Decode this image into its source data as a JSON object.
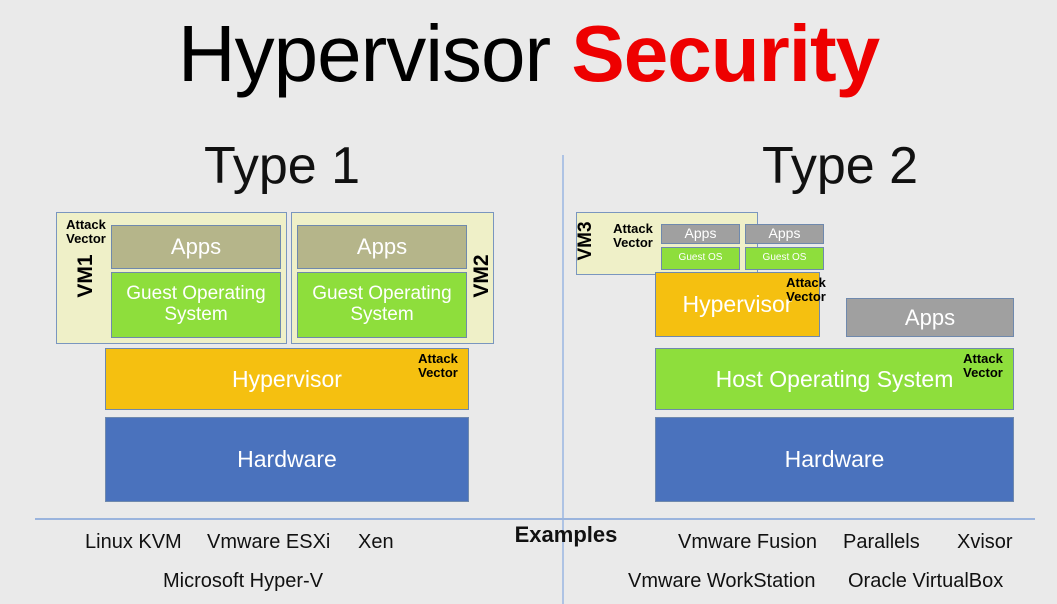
{
  "title": {
    "part1": "Hypervisor",
    "part2": "Security"
  },
  "sections": {
    "type1": {
      "heading": "Type 1",
      "vm_left": {
        "tag": "VM1",
        "attack_vector": "Attack\nVector",
        "apps": "Apps",
        "guest_os": "Guest Operating System"
      },
      "vm_right": {
        "tag": "VM2",
        "apps": "Apps",
        "guest_os": "Guest Operating System"
      },
      "hypervisor": {
        "label": "Hypervisor",
        "attack_vector": "Attack\nVector"
      },
      "hardware": "Hardware",
      "examples": [
        "Linux KVM",
        "Vmware ESXi",
        "Xen",
        "Microsoft Hyper-V"
      ]
    },
    "type2": {
      "heading": "Type 2",
      "vm": {
        "tag": "VM3",
        "attack_vector": "Attack\nVector",
        "apps_1": "Apps",
        "guest_os_1": "Guest OS",
        "apps_2": "Apps",
        "guest_os_2": "Guest OS"
      },
      "hypervisor": {
        "label": "Hypervisor",
        "attack_vector": "Attack\nVector"
      },
      "apps_side": "Apps",
      "host_os": {
        "label": "Host Operating System",
        "attack_vector": "Attack\nVector"
      },
      "hardware": "Hardware",
      "examples": [
        "Vmware Fusion",
        "Parallels",
        "Xvisor",
        "Vmware WorkStation",
        "Oracle VirtualBox"
      ]
    }
  },
  "examples_label": "Examples",
  "colors": {
    "background": "#eaeaea",
    "title_accent": "#ee0000",
    "vm_shell": "#eff0c8",
    "apps_khaki": "#b5b58a",
    "green": "#8ede3c",
    "gold": "#f5c010",
    "blue": "#4a72bd",
    "gray": "#a0a0a0",
    "divider": "#aec3e4"
  }
}
